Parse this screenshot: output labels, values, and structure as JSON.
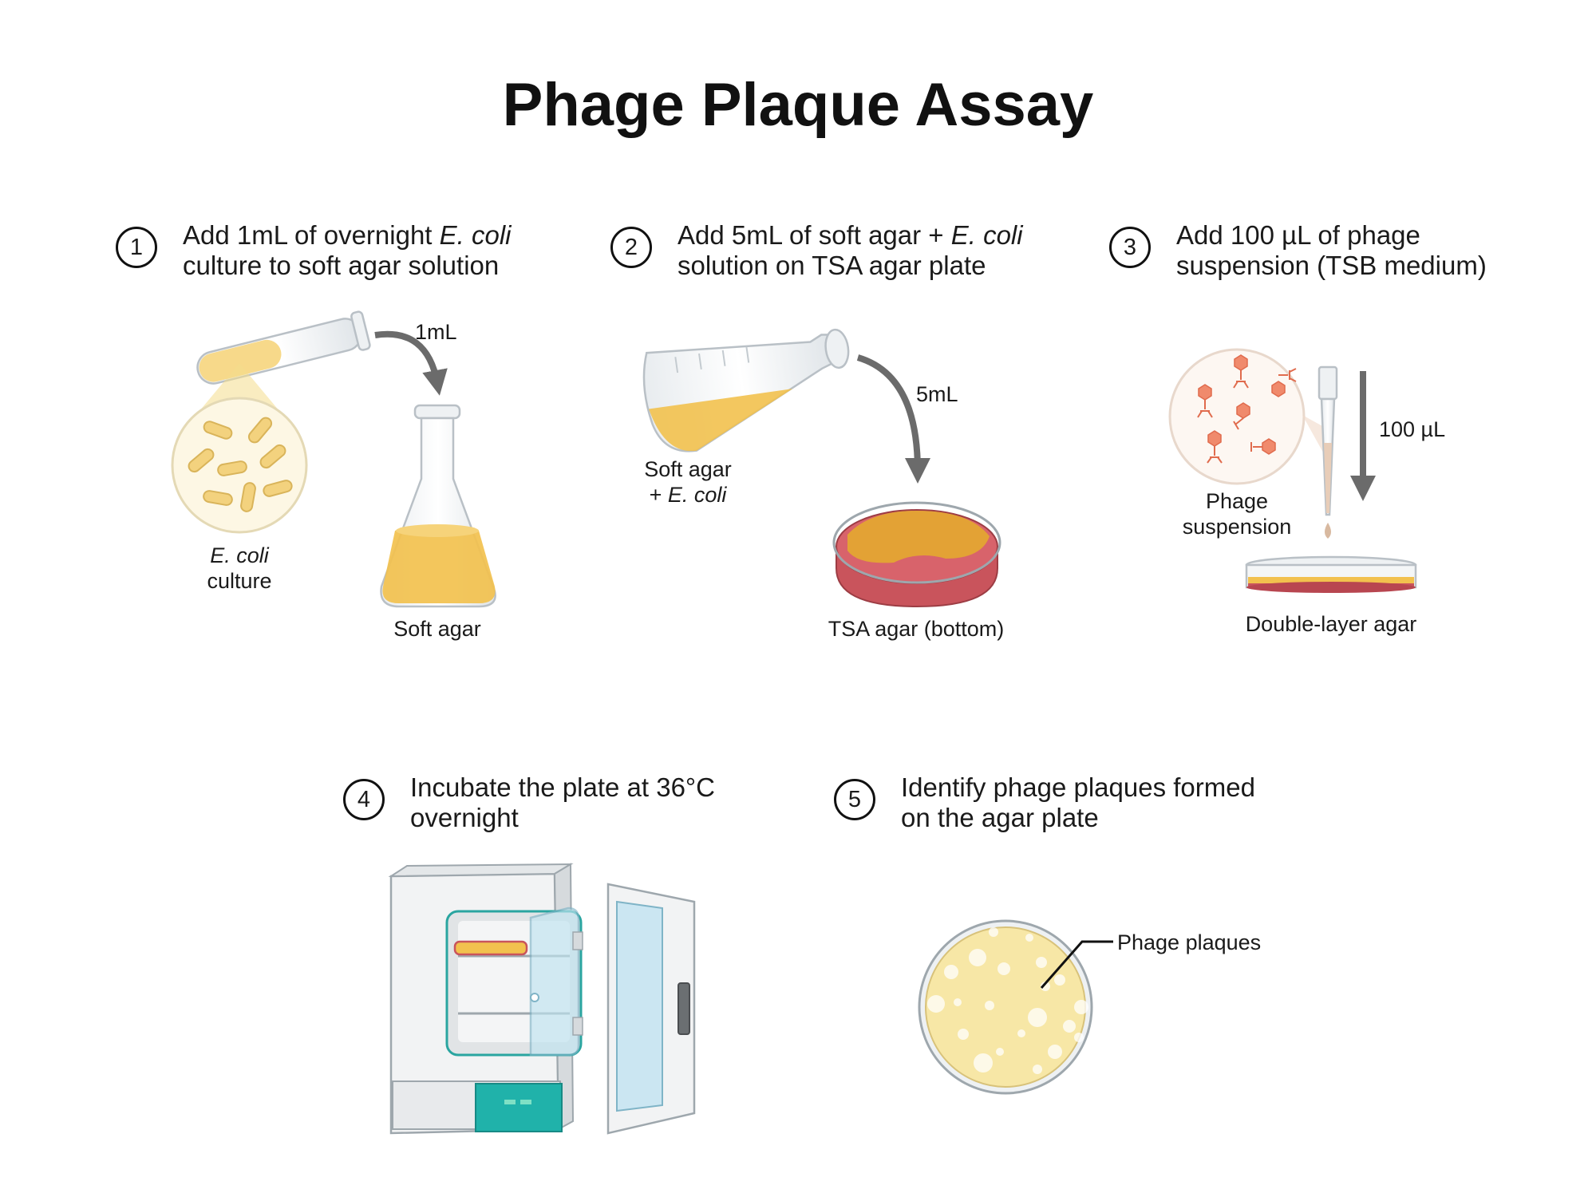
{
  "title": "Phage Plaque Assay",
  "steps": [
    {
      "number": "1",
      "line1_pre": "Add 1mL of overnight ",
      "line1_em": "E. coli",
      "line1_post": "",
      "line2": "culture to soft agar solution"
    },
    {
      "number": "2",
      "line1_pre": "Add 5mL of soft agar + ",
      "line1_em": "E. coli",
      "line1_post": "",
      "line2": "solution on TSA agar plate"
    },
    {
      "number": "3",
      "line1_pre": "Add 100 µL of phage",
      "line1_em": "",
      "line1_post": "",
      "line2": "suspension (TSB medium)"
    },
    {
      "number": "4",
      "line1_pre": "Incubate the plate at 36°C",
      "line1_em": "",
      "line1_post": "",
      "line2": "overnight"
    },
    {
      "number": "5",
      "line1_pre": "Identify phage plaques formed",
      "line1_em": "",
      "line1_post": "",
      "line2": "on the agar plate"
    }
  ],
  "labels": {
    "vol_1ml": "1mL",
    "ecoli_culture_em": "E. coli",
    "ecoli_culture_line2": "culture",
    "soft_agar": "Soft agar",
    "soft_agar_ecoli_line1": "Soft agar",
    "soft_agar_ecoli_plus": "+ ",
    "soft_agar_ecoli_em": "E. coli",
    "vol_5ml": "5mL",
    "tsa_agar_bottom": "TSA agar (bottom)",
    "phage_suspension_line1": "Phage",
    "phage_suspension_line2": "suspension",
    "vol_100ul": "100 µL",
    "double_layer_agar": "Double-layer agar",
    "phage_plaques": "Phage plaques"
  },
  "colors": {
    "agar_yellow": "#f2c14e",
    "agar_dark": "#e3a235",
    "tsa_red": "#c9545c",
    "incubator_teal": "#20b2aa",
    "arrow_gray": "#6b6b6b",
    "phage_orange": "#f08a6c",
    "plate_cream": "#f7e7a6"
  }
}
